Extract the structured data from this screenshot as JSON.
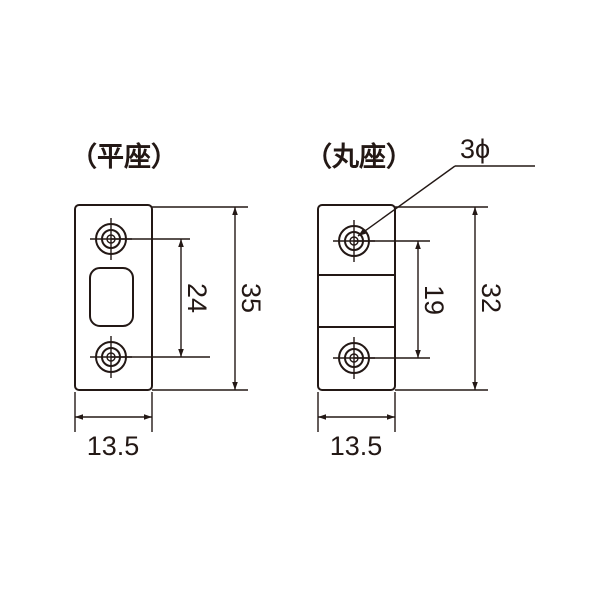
{
  "flat_plate": {
    "title": "（平座）",
    "height_dim": "35",
    "hole_pitch_dim": "24",
    "width_dim": "13.5"
  },
  "round_plate": {
    "title": "（丸座）",
    "hole_dia_dim": "3ϕ",
    "height_dim": "32",
    "hole_pitch_dim": "19",
    "width_dim": "13.5"
  },
  "line_color": "#231815"
}
